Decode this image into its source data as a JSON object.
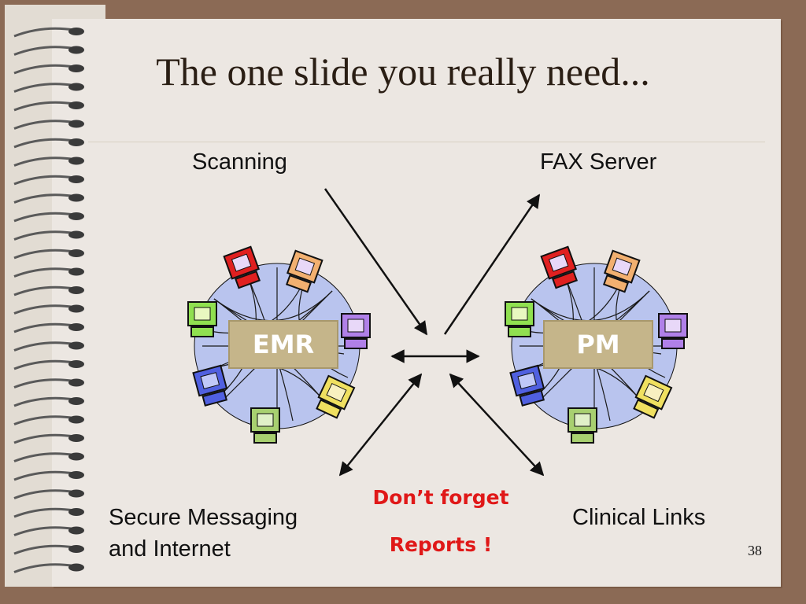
{
  "slide": {
    "title": "The one slide you really need...",
    "page_number": "38"
  },
  "systems": {
    "left": "EMR",
    "right": "PM"
  },
  "labels": {
    "top_left": "Scanning",
    "top_right": "FAX Server",
    "bottom_left_line1": "Secure Messaging",
    "bottom_left_line2": "and Internet",
    "bottom_right": "Clinical Links",
    "center_line1": "Don’t forget",
    "center_line2": "Reports !"
  },
  "colors": {
    "center_text": "#e01818",
    "system_box": "#c5b58a",
    "frame": "#8b6a55",
    "paper": "#ece7e2"
  },
  "icons": [
    "spiral-binding-icon",
    "network-computers-icon",
    "arrow-icon",
    "double-arrow-icon"
  ]
}
